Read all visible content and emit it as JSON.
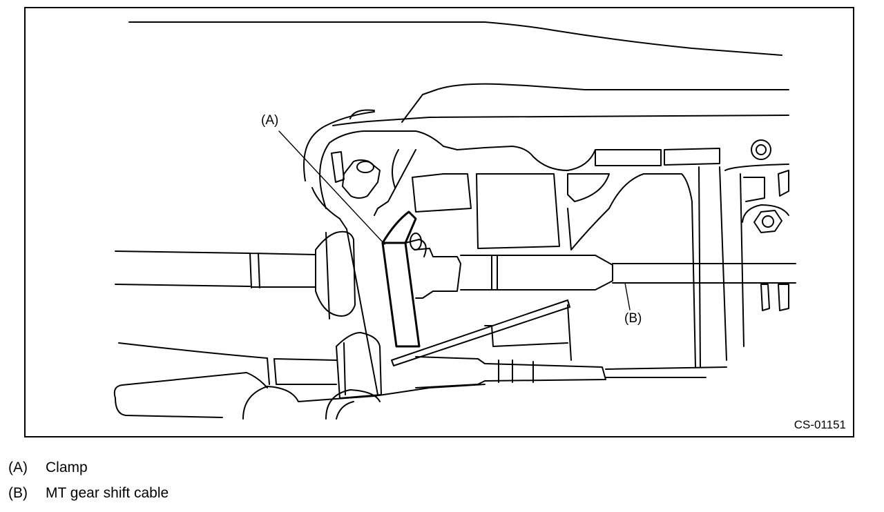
{
  "figure": {
    "id": "CS-01151",
    "callouts": [
      {
        "key": "(A)"
      },
      {
        "key": "(B)"
      }
    ]
  },
  "legend": [
    {
      "key": "(A)",
      "label": "Clamp"
    },
    {
      "key": "(B)",
      "label": "MT gear shift cable"
    }
  ]
}
